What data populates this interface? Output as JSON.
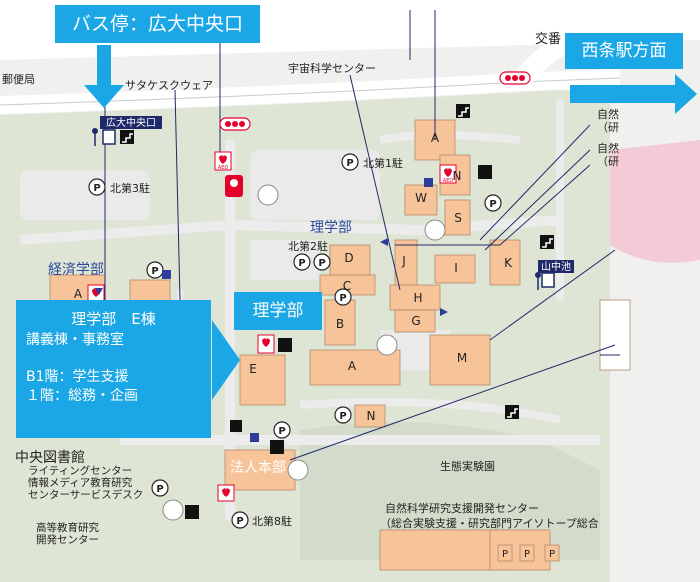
{
  "callouts": {
    "bus_stop": "バス停：広大中央口",
    "saijo": "西条駅方面",
    "science_faculty": "理学部",
    "e_building_title": "理学部　E棟",
    "e_building_line1": "講義棟・事務室",
    "e_building_line2": "B1階：学生支援",
    "e_building_line3": "１階：総務・企画"
  },
  "map_labels": {
    "post_office": "郵便局",
    "koban": "交番",
    "satake_square": "サタケスクウェア",
    "space_science": "宇宙科学センター",
    "hiroshima_central": "広大中央口",
    "north1": "北第1駐",
    "north2": "北第2駐",
    "north3": "北第3駐",
    "north8": "北第8駐",
    "science_faculty": "理学部",
    "economics": "経済学部",
    "yamanaka_pond": "山中池",
    "library": "中央図書館",
    "library_sub1": "ライティングセンター",
    "library_sub2": "情報メディア教育研究",
    "library_sub3": "センターサービスデスク",
    "higher_ed1": "高等教育研究",
    "higher_ed2": "開発センター",
    "corporation": "法人本部",
    "ecology_garden": "生態実験園",
    "natsci_center": "自然科学研究支援開発センター",
    "natsci_sub": "（総合実験支援・研究部門アイソトープ総合",
    "nature1": "自然",
    "nature1_sub": "（研",
    "nature2": "自然",
    "nature2_sub": "（研",
    "aed": "AED"
  },
  "buildings": {
    "a_top": "A",
    "n_top": "N",
    "w": "W",
    "s": "S",
    "j": "J",
    "i": "I",
    "k": "K",
    "h": "H",
    "g": "G",
    "m": "M",
    "d": "D",
    "c": "C",
    "b": "B",
    "a_main": "A",
    "e": "E",
    "n_mid": "N",
    "a_econ": "A",
    "p_letter": "P"
  },
  "colors": {
    "callout_blue": "#1ba7e6",
    "building": "#f7c49a",
    "road": "#e8e8e8",
    "campus": "#dde3d2",
    "navy": "#1f2a6b",
    "red": "#e4002b"
  },
  "icons": {
    "parking": "parking-icon",
    "bus": "bus-stop-icon",
    "stairs": "stairs-icon",
    "bicycle": "bicycle-icon",
    "aed": "aed-icon",
    "wheelchair": "wheelchair-icon",
    "traffic_light": "traffic-light-icon"
  }
}
